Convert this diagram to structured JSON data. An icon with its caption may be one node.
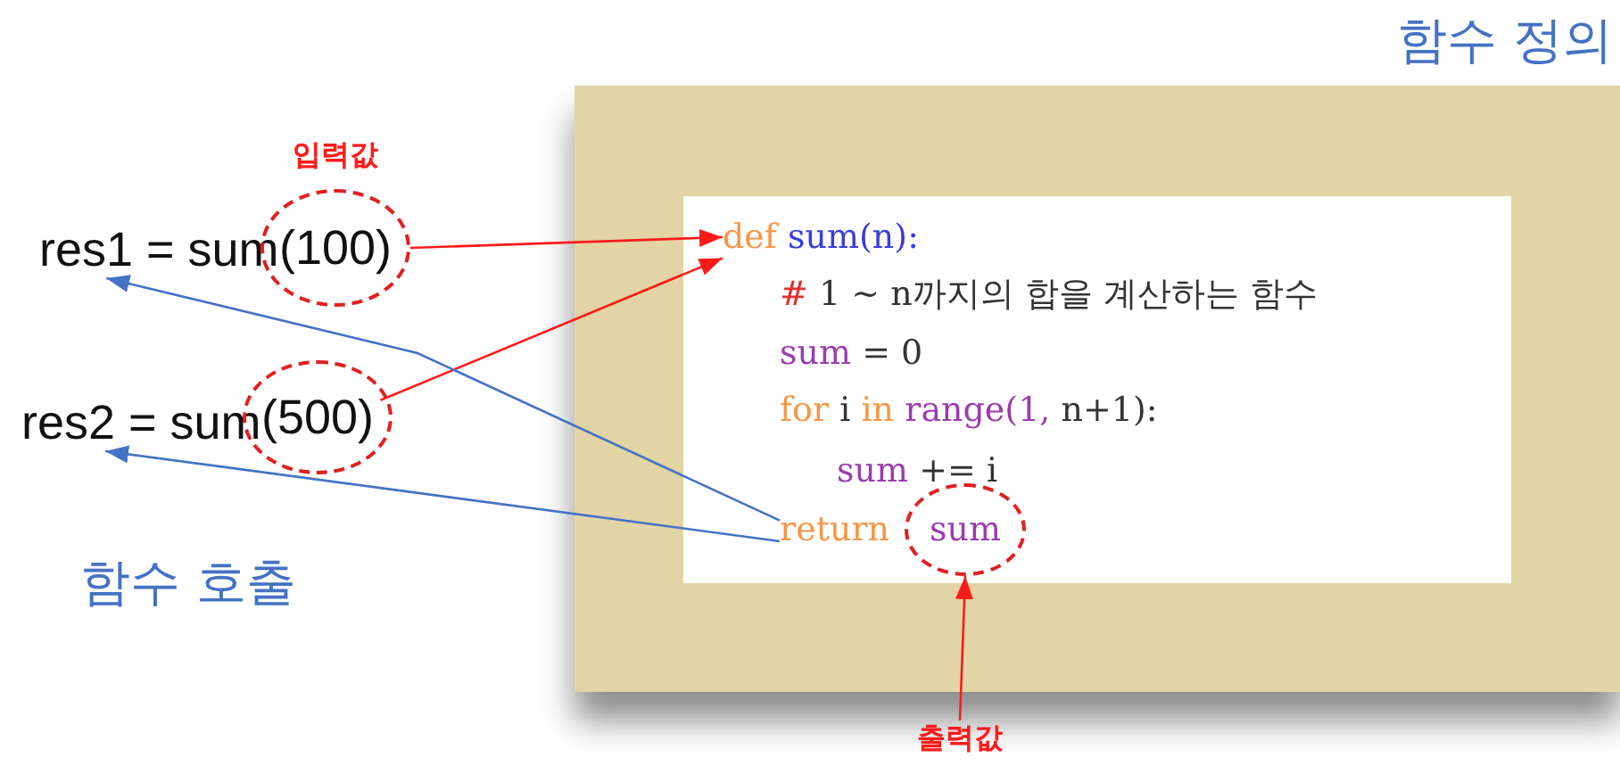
{
  "diagram": {
    "nodes": [
      {
        "text": [
          "함수 정의"
        ]
      },
      {
        "text": [],
        "shape": "box",
        "in": 0
      },
      {
        "text": [
          "def sum(n):"
        ],
        "in": 1
      },
      {
        "text": [
          "# 1 ~ n까지의 합을 계산하는 함수"
        ],
        "in": 1
      },
      {
        "text": [
          "sum = 0"
        ],
        "in": 1
      },
      {
        "text": [
          "for i in range(1, n+1):"
        ],
        "in": 1
      },
      {
        "text": [
          "sum += i"
        ],
        "in": 1
      },
      {
        "text": [
          "return"
        ],
        "in": 1
      },
      {
        "text": [
          "sum"
        ],
        "in": 1
      },
      {
        "text": [
          "res1 = sum"
        ]
      },
      {
        "text": [
          "(100)"
        ],
        "beside": [
          "입력값"
        ]
      },
      {
        "text": [
          "res2 = sum"
        ]
      },
      {
        "text": [
          "(500)"
        ]
      },
      {
        "text": [
          "출력값"
        ]
      }
    ],
    "edges": [
      {
        "from": 10,
        "to": 2,
        "arrow": "to"
      },
      {
        "from": 12,
        "to": 2,
        "arrow": "to"
      },
      {
        "from": 7,
        "to": 9,
        "arrow": "to",
        "color": "#4472c4"
      },
      {
        "from": 7,
        "to": 11,
        "arrow": "to",
        "color": "#4472c4"
      },
      {
        "from": 13,
        "to": 8,
        "arrow": "to"
      }
    ],
    "labels": [
      "함수 호출"
    ]
  }
}
